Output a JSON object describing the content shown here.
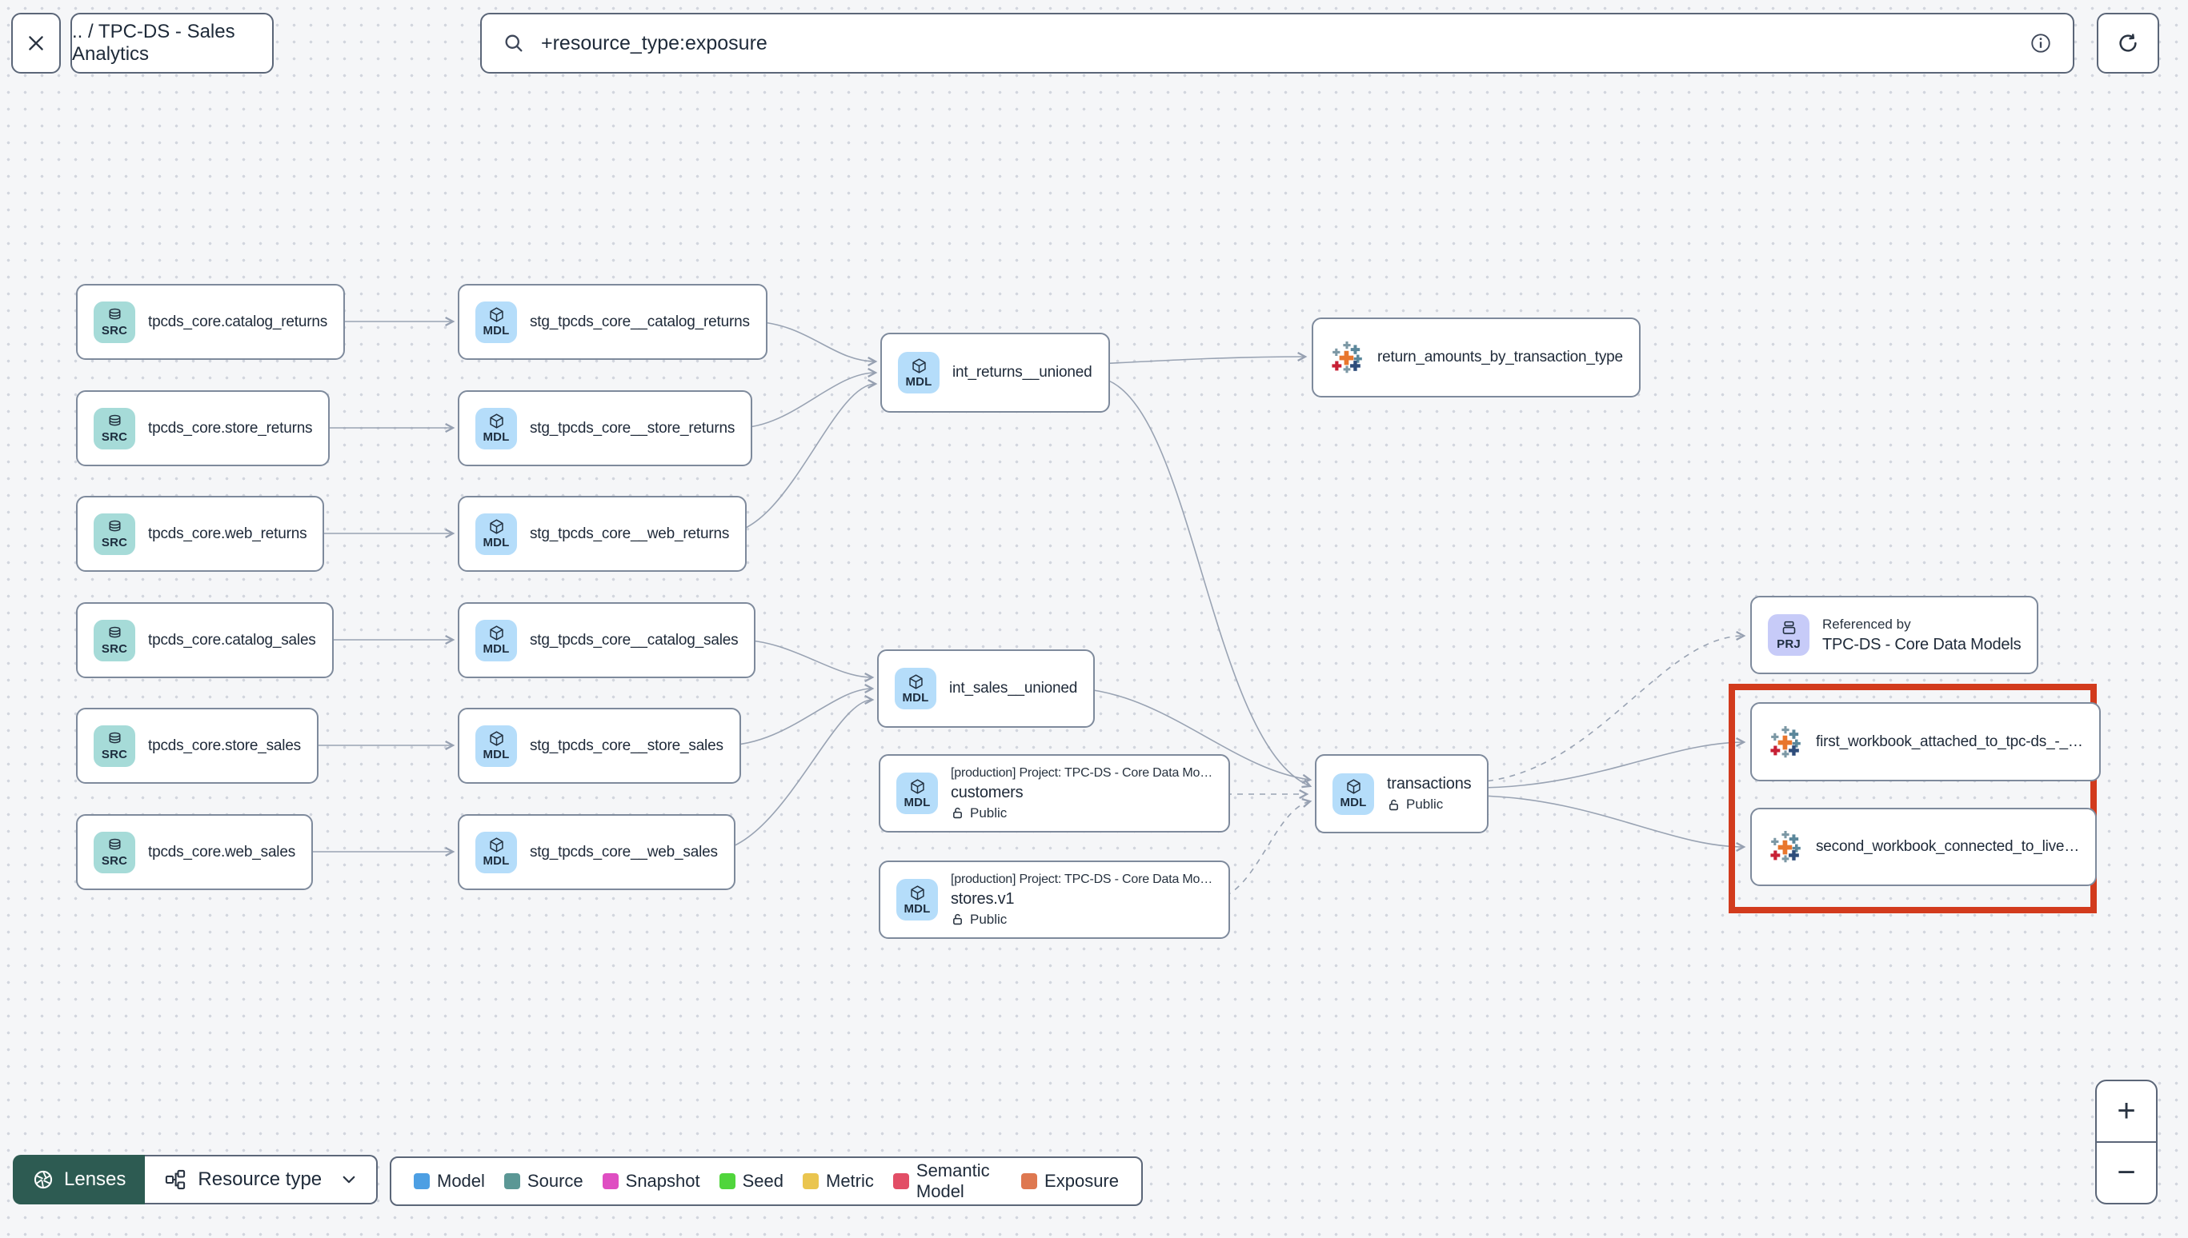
{
  "topbar": {
    "breadcrumb": ".. / TPC-DS - Sales Analytics",
    "search_value": "+resource_type:exposure"
  },
  "graph": {
    "badge_src": "SRC",
    "badge_mdl": "MDL",
    "badge_prj": "PRJ",
    "nodes": {
      "src1": {
        "label": "tpcds_core.catalog_returns"
      },
      "src2": {
        "label": "tpcds_core.store_returns"
      },
      "src3": {
        "label": "tpcds_core.web_returns"
      },
      "src4": {
        "label": "tpcds_core.catalog_sales"
      },
      "src5": {
        "label": "tpcds_core.store_sales"
      },
      "src6": {
        "label": "tpcds_core.web_sales"
      },
      "stg1": {
        "label": "stg_tpcds_core__catalog_returns"
      },
      "stg2": {
        "label": "stg_tpcds_core__store_returns"
      },
      "stg3": {
        "label": "stg_tpcds_core__web_returns"
      },
      "stg4": {
        "label": "stg_tpcds_core__catalog_sales"
      },
      "stg5": {
        "label": "stg_tpcds_core__store_sales"
      },
      "stg6": {
        "label": "stg_tpcds_core__web_sales"
      },
      "int_returns": {
        "label": "int_returns__unioned"
      },
      "int_sales": {
        "label": "int_sales__unioned"
      },
      "customers": {
        "project_line": "[production] Project: TPC-DS - Core Data Mo…",
        "label": "customers",
        "access": "Public"
      },
      "stores": {
        "project_line": "[production] Project: TPC-DS - Core Data Mo…",
        "label": "stores.v1",
        "access": "Public"
      },
      "transactions": {
        "label": "transactions",
        "access": "Public"
      },
      "return_amounts": {
        "label": "return_amounts_by_transaction_type"
      },
      "referenced_by": {
        "title": "Referenced by",
        "label": "TPC-DS - Core Data Models"
      },
      "first_workbook": {
        "label": "first_workbook_attached_to_tpc-ds_-_…"
      },
      "second_workbook": {
        "label": "second_workbook_connected_to_live…"
      }
    }
  },
  "legend": {
    "items": [
      {
        "label": "Model",
        "color": "#4D9FE3"
      },
      {
        "label": "Source",
        "color": "#5B9795"
      },
      {
        "label": "Snapshot",
        "color": "#DF4EC2"
      },
      {
        "label": "Seed",
        "color": "#50D53C"
      },
      {
        "label": "Metric",
        "color": "#EAC54F"
      },
      {
        "label": "Semantic Model",
        "color": "#E24E66"
      },
      {
        "label": "Exposure",
        "color": "#DE7850"
      }
    ]
  },
  "controls": {
    "lenses_label": "Lenses",
    "resource_type_label": "Resource type",
    "zoom_in": "+",
    "zoom_out": "−"
  },
  "colors": {
    "highlight": "#D23B1D",
    "lenses_bg": "#2D5B52",
    "src_badge": "#A6DBD8",
    "mdl_badge": "#B5DDFA",
    "prj_badge": "#C7CBF8",
    "edge": "#99A3B3"
  }
}
